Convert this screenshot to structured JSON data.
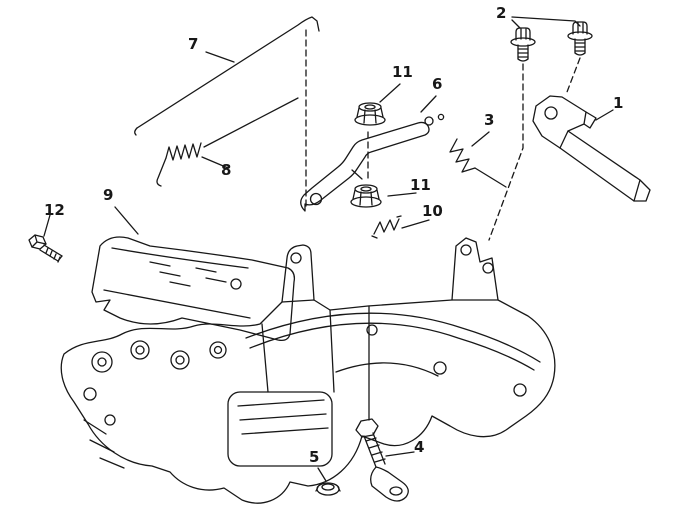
{
  "diagram": {
    "kind": "exploded-parts-line-diagram",
    "background_color": "#ffffff",
    "line_color": "#181818",
    "part_numbers_visible": [
      "1",
      "2",
      "3",
      "4",
      "5",
      "6",
      "7",
      "8",
      "9",
      "10",
      "11",
      "12"
    ],
    "callouts": [
      {
        "label": "7"
      },
      {
        "label": "2"
      },
      {
        "label": "11"
      },
      {
        "label": "6"
      },
      {
        "label": "1"
      },
      {
        "label": "3"
      },
      {
        "label": "8"
      },
      {
        "label": "11"
      },
      {
        "label": "10"
      },
      {
        "label": "9"
      },
      {
        "label": "12"
      },
      {
        "label": "4"
      },
      {
        "label": "5"
      }
    ]
  }
}
